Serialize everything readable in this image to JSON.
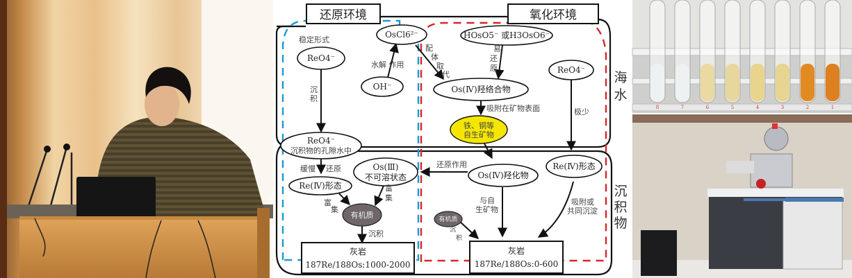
{
  "photos": {
    "left": {
      "subject": "presenter-at-podium-with-laptop"
    },
    "right_top": {
      "subject": "test-tube-rack",
      "tube_labels": [
        "8",
        "7",
        "6",
        "5",
        "4",
        "3",
        "2",
        "1"
      ]
    },
    "right_bottom": {
      "subject": "mass-spectrometer-instrument"
    }
  },
  "diagram": {
    "headers": {
      "reducing": "还原环境",
      "oxidizing": "氧化环境"
    },
    "side_labels": {
      "seawater": [
        "海",
        "水"
      ],
      "sediment": [
        "沉",
        "积",
        "物"
      ]
    },
    "nodes": {
      "stable_form_label": "稳定形式",
      "reo4_top": "ReO4⁻",
      "oscl6": "OsCl6²⁻",
      "oh": "OH⁻",
      "hoso5": "HOsO5⁻ 或H3OsO6⁻",
      "os4_hydroxo_complex": "Os(Ⅳ)羟络合物",
      "reo4_right": "ReO4⁻",
      "fe_cu_minerals": [
        "铁、铜等",
        "自生矿物"
      ],
      "reo4_porewater": [
        "ReO4⁻",
        "沉积物的孔隙水中"
      ],
      "os3": [
        "Os(Ⅲ)",
        "不可溶状态"
      ],
      "os4_hydroxide": "Os(Ⅳ)羟化物",
      "re4_right": "Re(Ⅳ)形态",
      "re4_left": "Re(Ⅳ)形态",
      "organic_left": "有机质",
      "organic_right": "有机质",
      "limestone_left": [
        "灰岩",
        "187Re/188Os:1000-2000"
      ],
      "limestone_right": [
        "灰岩",
        "187Re/188Os:0-600"
      ]
    },
    "edge_labels": {
      "sink": [
        "沉",
        "积"
      ],
      "hydrolysis": "水解 作用",
      "ligand_sub": [
        "配",
        "体",
        "取",
        "代"
      ],
      "easily_reduced": [
        "易",
        "还",
        "原"
      ],
      "adsorb_surface": "吸附在矿物表面",
      "very_little": "极少",
      "slow_reduce_a": "缓慢",
      "slow_reduce_b": "还原",
      "reduction": "还原作用",
      "enrich_a": [
        "富",
        "集"
      ],
      "enrich_b": [
        "富",
        "集"
      ],
      "deposit": "沉积",
      "with_authigenic": [
        "与自",
        "生矿物"
      ],
      "adsorb_coprecip": [
        "吸附或",
        "共同沉淀"
      ],
      "deposit_small": [
        "沉",
        "积"
      ]
    },
    "colors": {
      "reducing_dash": "#1a9ad6",
      "oxidizing_dash": "#d6262b",
      "mineral_fill": "#f5e600",
      "organic_fill": "#6e6668"
    }
  }
}
